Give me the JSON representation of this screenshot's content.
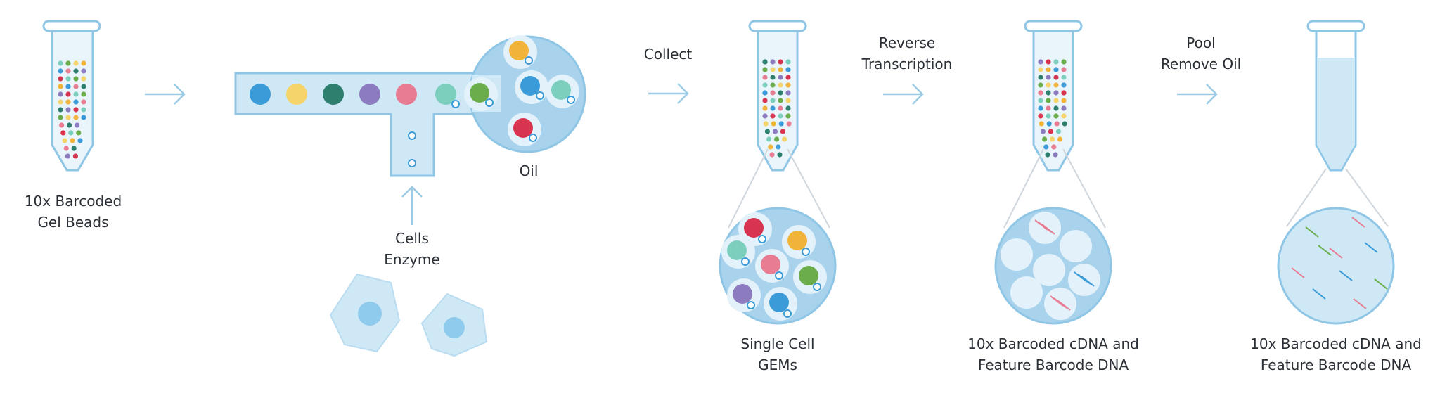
{
  "labels": {
    "gel_beads": [
      "10x Barcoded",
      "Gel Beads"
    ],
    "cells_enzyme": [
      "Cells",
      "Enzyme"
    ],
    "oil": "Oil",
    "collect": "Collect",
    "reverse_transcription": [
      "Reverse",
      "Transcription"
    ],
    "pool_remove_oil": [
      "Pool",
      "Remove Oil"
    ],
    "single_cell_gems": [
      "Single Cell",
      "GEMs"
    ],
    "cdna_1": [
      "10x Barcoded cDNA and",
      "Feature Barcode DNA"
    ],
    "cdna_2": [
      "10x Barcoded cDNA and",
      "Feature Barcode DNA"
    ]
  },
  "colors": {
    "outline": "#8fc6e6",
    "fill_light": "#cfe8f6",
    "fill_mid": "#a9d3ec",
    "bead_blue": "#3a9bd8",
    "bead_yellow": "#f5d46a",
    "bead_teal": "#2f7f6f",
    "bead_purple": "#8d7bbf",
    "bead_pink": "#e87c93",
    "bead_mint": "#7ccfbd",
    "bead_green": "#6aad4a",
    "bead_red": "#d8344f",
    "bead_orange": "#f2b33a"
  }
}
